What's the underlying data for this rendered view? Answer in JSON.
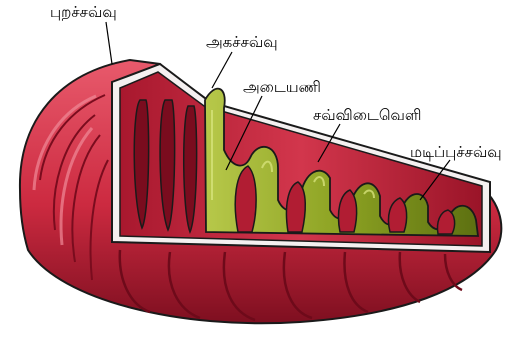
{
  "labels": {
    "outer_membrane": "புறச்சவ்வு",
    "inner_membrane": "அகச்சவ்வு",
    "matrix": "அடையணி",
    "intermembrane_space": "சவ்விடைவெளி",
    "cristae": "மடிப்புச்சவ்வு"
  },
  "colors": {
    "outer_wall": "#d6334a",
    "outer_dark": "#8f1226",
    "inner_red": "#c0243a",
    "matrix_green": "#8aa21f",
    "matrix_dark": "#4e5e10",
    "cut_edge": "#f4f0f0",
    "outline": "#1a1a1a"
  }
}
